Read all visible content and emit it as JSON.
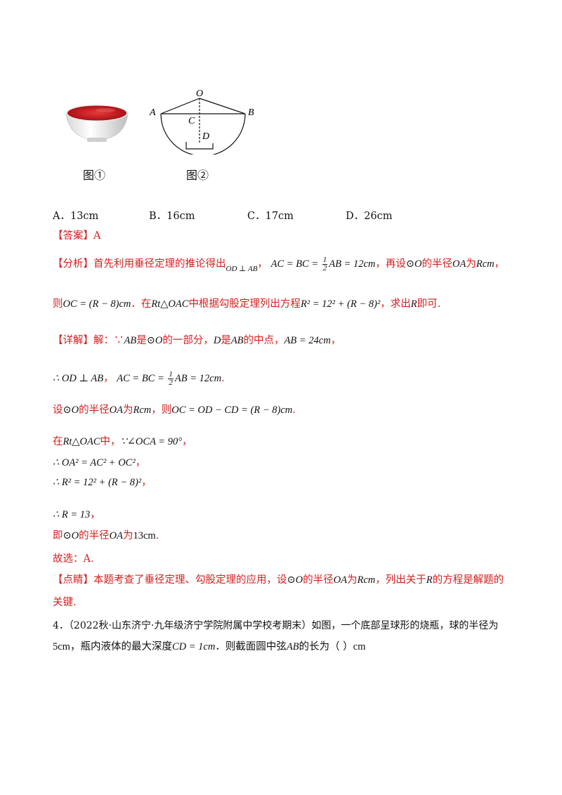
{
  "figures": {
    "fig1_caption": "图①",
    "fig2_caption": "图②",
    "fig2_labels": {
      "O": "O",
      "A": "A",
      "B": "B",
      "C": "C",
      "D": "D"
    }
  },
  "options": {
    "a": "A．13cm",
    "b": "B．16cm",
    "c": "C．17cm",
    "d": "D．26cm"
  },
  "answer": {
    "tag": "【答案】",
    "value": "A"
  },
  "analysis": {
    "tag": "【分析】",
    "l1_a": "首先利用垂径定理的推论得出",
    "l1_m1": "OD ⊥ AB",
    "l1_sep": "，",
    "l1_m2a": "AC = BC = ",
    "l1_num": "1",
    "l1_den": "2",
    "l1_m2b": "AB = 12cm",
    "l1_b": "，再设",
    "l1_m3": "⊙O",
    "l1_c": "的半径",
    "l1_m4": "OA",
    "l1_d": "为",
    "l1_m5": "Rcm",
    "l1_e": "，",
    "l2_a": "则",
    "l2_m1": "OC = (R − 8)cm",
    "l2_b": "．在",
    "l2_m2": "Rt△OAC",
    "l2_c": "中根据勾股定理列出方程",
    "l2_m3": "R² = 12² + (R − 8)²",
    "l2_d": "，求出",
    "l2_m4": "R",
    "l2_e": "即可."
  },
  "detail": {
    "tag": "【详解】",
    "l1_a": "解：∵",
    "l1_m1": "AB",
    "l1_b": "是",
    "l1_m2": "⊙O",
    "l1_c": "的一部分，",
    "l1_m3": "D",
    "l1_d": "是",
    "l1_m4": "AB",
    "l1_e": "的中点，",
    "l1_m5": "AB = 24cm",
    "l1_f": "，",
    "l2_m1": "∴ OD ⊥ AB",
    "l2_a": "，",
    "l2_m2a": "AC = BC = ",
    "l2_num": "1",
    "l2_den": "2",
    "l2_m2b": "AB = 12cm",
    "l2_b": ".",
    "l3_a": "设",
    "l3_m1": "⊙O",
    "l3_b": "的半径",
    "l3_m2": "OA",
    "l3_c": "为",
    "l3_m3": "Rcm",
    "l3_d": "，则",
    "l3_m4": "OC = OD − CD = (R − 8)cm",
    "l3_e": ".",
    "l4_a": "在",
    "l4_m1": "Rt△OAC",
    "l4_b": "中，",
    "l4_m2": "∵∠OCA = 90°",
    "l4_c": "，",
    "l5_m1": "∴ OA² = AC² + OC²",
    "l5_a": "，",
    "l6_m1": "∴ R² = 12² + (R − 8)²",
    "l6_a": "，",
    "l7_m1": "∴ R = 13",
    "l7_a": "，",
    "l8_a": "即",
    "l8_m1": "⊙O",
    "l8_b": "的半径",
    "l8_m2": "OA",
    "l8_c": "为",
    "l8_m3": "13cm",
    "l8_d": ".",
    "l9": "故选：A."
  },
  "comment": {
    "tag": "【点睛】",
    "l1_a": "本题考查了垂径定理、勾股定理的应用，设",
    "l1_m1": "⊙O",
    "l1_b": "的半径",
    "l1_m2": "OA",
    "l1_c": "为",
    "l1_m3": "Rcm",
    "l1_d": "，列出关于",
    "l1_m4": "R",
    "l1_e": "的方程是解题的",
    "l2": "关键."
  },
  "question4": {
    "l1": "4．（2022秋·山东济宁·九年级济宁学院附属中学校考期末）如图，一个底部呈球形的烧瓶，球的半径为",
    "l2_a": "5cm",
    "l2_b": "，瓶内液体的最大深度",
    "l2_m1": "CD = 1cm",
    "l2_c": "．则截面圆中弦",
    "l2_m2": "AB",
    "l2_d": "的长为（    ）",
    "l2_e": "cm"
  },
  "colors": {
    "answer_red": "#d41f1f",
    "bowl_red": "#c8141a",
    "text": "#111111"
  }
}
